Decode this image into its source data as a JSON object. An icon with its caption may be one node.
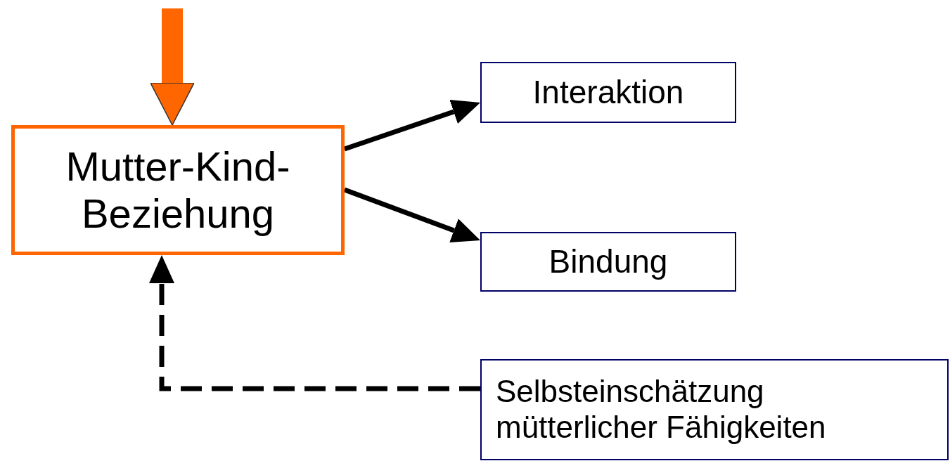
{
  "diagram": {
    "nodes": [
      {
        "text": [
          "Mutter-Kind-Beziehung"
        ]
      },
      {
        "text": [
          "Interaktion"
        ]
      },
      {
        "text": [
          "Bindung"
        ]
      },
      {
        "text": [
          "Selbsteinschätzung mütterlicher Fähigkeiten"
        ]
      }
    ],
    "edges": [
      {
        "from": null,
        "to": 0,
        "arrow": "to",
        "style": "thick",
        "color": "#ff6600"
      },
      {
        "from": 0,
        "to": 1,
        "arrow": "to"
      },
      {
        "from": 0,
        "to": 2,
        "arrow": "to"
      },
      {
        "from": 3,
        "to": 0,
        "arrow": "to",
        "style": "dashed"
      }
    ]
  }
}
